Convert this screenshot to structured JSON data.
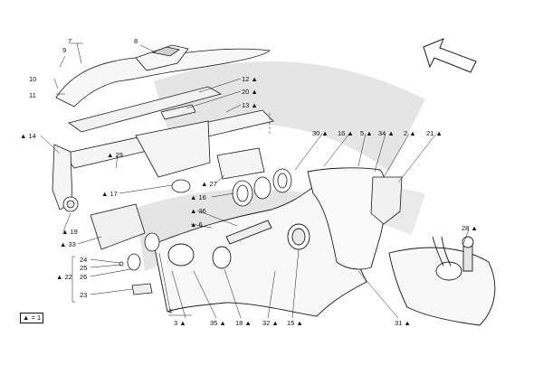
{
  "diagram": {
    "part_labels": [
      "7",
      "9",
      "8",
      "10",
      "11",
      "12 ▲",
      "20 ▲",
      "13 ▲",
      "▲ 14",
      "30 ▲",
      "16 ▲",
      "5 ▲",
      "34 ▲",
      "2 ▲",
      "21 ▲",
      "▲ 29",
      "▲ 27",
      "▲ 17",
      "▲ 16",
      "▲ 36",
      "▲ 6",
      "▲ 19",
      "▲ 33",
      "28 ▲",
      "24",
      "25",
      "26",
      "▲ 22",
      "23",
      "4",
      "3 ▲",
      "35 ▲",
      "18 ▲",
      "32 ▲",
      "15 ▲",
      "31 ▲"
    ],
    "legend": "▲ = 1",
    "colors": {
      "ink": "#1a1a1a",
      "watermark": "#d9d9d9",
      "fill": "#f6f6f6"
    },
    "icons": [
      "direction-arrow-icon"
    ]
  }
}
